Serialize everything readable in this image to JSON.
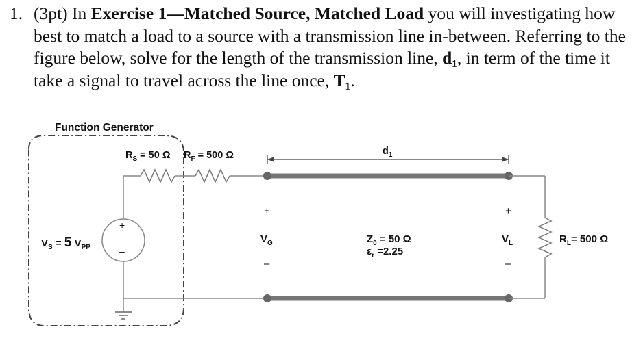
{
  "question": {
    "number": "1.",
    "points": "(3pt)",
    "text_1": " In ",
    "exercise_bold": "Exercise 1—Matched Source, Matched Load",
    "text_2": " you will investigating how best to match a load to a source with a transmission line in-between.  Referring to the figure below, solve for the length of the transmission line, ",
    "d_symbol": "d₁",
    "text_3": ", in term of the time it take a signal to travel across the line once, ",
    "t_symbol": "T₁",
    "text_4": "."
  },
  "circuit": {
    "function_generator_label": "Function Generator",
    "rs_label": "R",
    "rs_sub": "S",
    "rs_value": " = 50 Ω",
    "rf_label": "R",
    "rf_sub": "F",
    "rf_value": " = 500 Ω",
    "d1_label": "d",
    "d1_sub": "1",
    "vs_label": "V",
    "vs_sub": "S",
    "vs_eq": " = ",
    "vs_value": "5",
    "vs_unit": " V",
    "vs_unit_sub": "PP",
    "vg_label": "V",
    "vg_sub": "G",
    "vl_label": "V",
    "vl_sub": "L",
    "z0_label": "Z",
    "z0_sub": "0",
    "z0_value": " = 50 Ω",
    "er_label": "ε",
    "er_sub": "r",
    "er_value": " =2.25",
    "rl_label": "R",
    "rl_sub": "L",
    "rl_value": "= 500 Ω",
    "plus": "+",
    "minus": "–"
  }
}
